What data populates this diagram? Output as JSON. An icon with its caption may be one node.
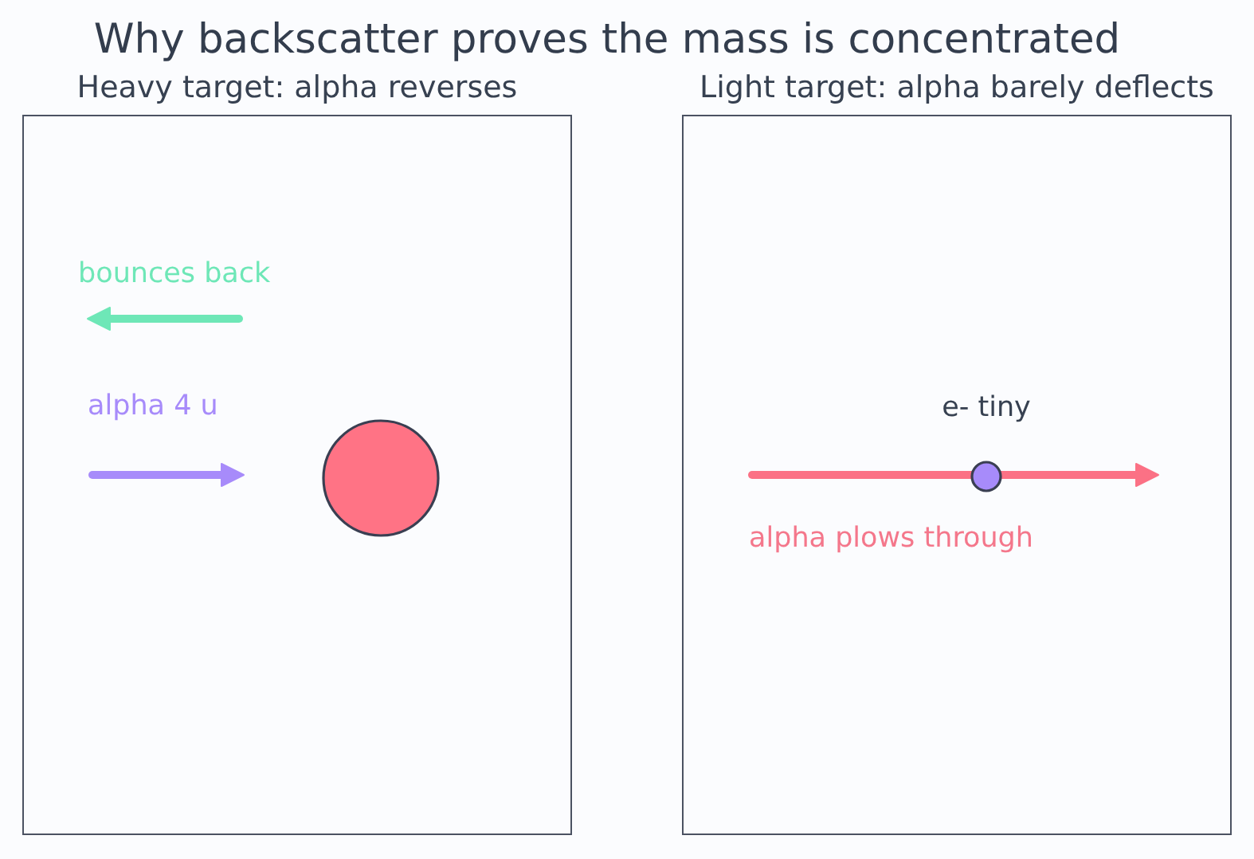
{
  "diagram": {
    "title": "Why backscatter proves the mass is concentrated",
    "nodes": [
      {
        "text": [
          "Heavy target: alpha reverses"
        ]
      },
      {
        "text": [],
        "shape": "circle",
        "in": 0
      },
      {
        "text": [
          "Light target: alpha barely deflects"
        ]
      },
      {
        "text": [],
        "shape": "circle",
        "in": 2,
        "beside": [
          "e- tiny"
        ]
      }
    ],
    "labels": [
      "bounces back",
      "alpha 4 u",
      "alpha plows through"
    ]
  }
}
